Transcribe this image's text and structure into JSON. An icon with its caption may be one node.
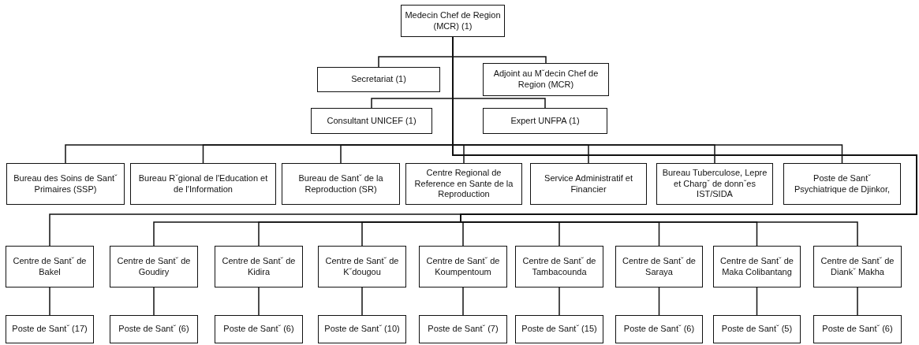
{
  "diagram": {
    "nodes": [
      {
        "text": [
          "Medecin Chef de Region (MCR) (1)"
        ]
      },
      {
        "text": [
          "Secretariat (1)"
        ]
      },
      {
        "text": [
          "Adjoint au Mˇdecin Chef de Region (MCR)"
        ]
      },
      {
        "text": [
          "Consultant UNICEF (1)"
        ]
      },
      {
        "text": [
          "Expert UNFPA  (1)"
        ]
      },
      {
        "text": [
          "Bureau des Soins de Santˇ Primaires (SSP)"
        ]
      },
      {
        "text": [
          "Bureau Rˇgional de l'Education et de l'Information"
        ]
      },
      {
        "text": [
          "Bureau de Santˇ de la Reproduction (SR)"
        ]
      },
      {
        "text": [
          "Centre Regional de Reference en Sante de la Reproduction"
        ]
      },
      {
        "text": [
          "Service Administratif et Financier"
        ]
      },
      {
        "text": [
          "Bureau Tuberculose, Lepre et Chargˇ de donnˇes IST/SIDA"
        ]
      },
      {
        "text": [
          "Poste de Santˇ Psychiatrique de Djinkor,"
        ]
      },
      {
        "text": [
          "Centre de Santˇ de Bakel"
        ]
      },
      {
        "text": [
          "Centre de Santˇ de Goudiry"
        ]
      },
      {
        "text": [
          "Centre de Santˇ de Kidira"
        ]
      },
      {
        "text": [
          "Centre de Santˇ de Kˇdougou"
        ]
      },
      {
        "text": [
          "Centre de Santˇ de Koumpentoum"
        ]
      },
      {
        "text": [
          "Centre de Santˇ de Tambacounda"
        ]
      },
      {
        "text": [
          "Centre de Santˇ de Saraya"
        ]
      },
      {
        "text": [
          "Centre de Santˇ de Maka Colibantang"
        ]
      },
      {
        "text": [
          "Centre de Santˇ de Diankˇ Makha"
        ]
      },
      {
        "text": [
          "Poste de Santˇ (17)"
        ]
      },
      {
        "text": [
          "Poste de Santˇ (6)"
        ]
      },
      {
        "text": [
          "Poste de Santˇ (6)"
        ]
      },
      {
        "text": [
          "Poste de Santˇ (10)"
        ]
      },
      {
        "text": [
          "Poste de Santˇ (7)"
        ]
      },
      {
        "text": [
          "Poste de Santˇ (15)"
        ]
      },
      {
        "text": [
          "Poste de Santˇ (6)"
        ]
      },
      {
        "text": [
          "Poste de Santˇ (5)"
        ]
      },
      {
        "text": [
          "Poste de Santˇ (6)"
        ]
      }
    ],
    "edges": [
      {
        "from": 0,
        "to": 1,
        "arrow": "none"
      },
      {
        "from": 0,
        "to": 2,
        "arrow": "none"
      },
      {
        "from": 0,
        "to": 3,
        "arrow": "none"
      },
      {
        "from": 0,
        "to": 4,
        "arrow": "none"
      },
      {
        "from": 0,
        "to": 5,
        "arrow": "none"
      },
      {
        "from": 0,
        "to": 6,
        "arrow": "none"
      },
      {
        "from": 0,
        "to": 7,
        "arrow": "none"
      },
      {
        "from": 0,
        "to": 8,
        "arrow": "none"
      },
      {
        "from": 0,
        "to": 9,
        "arrow": "none"
      },
      {
        "from": 0,
        "to": 10,
        "arrow": "none"
      },
      {
        "from": 0,
        "to": 11,
        "arrow": "none"
      },
      {
        "from": 0,
        "to": 12,
        "arrow": "none"
      },
      {
        "from": 0,
        "to": 13,
        "arrow": "none"
      },
      {
        "from": 0,
        "to": 14,
        "arrow": "none"
      },
      {
        "from": 0,
        "to": 15,
        "arrow": "none"
      },
      {
        "from": 0,
        "to": 16,
        "arrow": "none"
      },
      {
        "from": 0,
        "to": 17,
        "arrow": "none"
      },
      {
        "from": 0,
        "to": 18,
        "arrow": "none"
      },
      {
        "from": 0,
        "to": 19,
        "arrow": "none"
      },
      {
        "from": 0,
        "to": 20,
        "arrow": "none"
      },
      {
        "from": 12,
        "to": 21,
        "arrow": "none"
      },
      {
        "from": 13,
        "to": 22,
        "arrow": "none"
      },
      {
        "from": 14,
        "to": 23,
        "arrow": "none"
      },
      {
        "from": 15,
        "to": 24,
        "arrow": "none"
      },
      {
        "from": 16,
        "to": 25,
        "arrow": "none"
      },
      {
        "from": 17,
        "to": 26,
        "arrow": "none"
      },
      {
        "from": 18,
        "to": 27,
        "arrow": "none"
      },
      {
        "from": 19,
        "to": 28,
        "arrow": "none"
      },
      {
        "from": 20,
        "to": 29,
        "arrow": "none"
      }
    ]
  }
}
